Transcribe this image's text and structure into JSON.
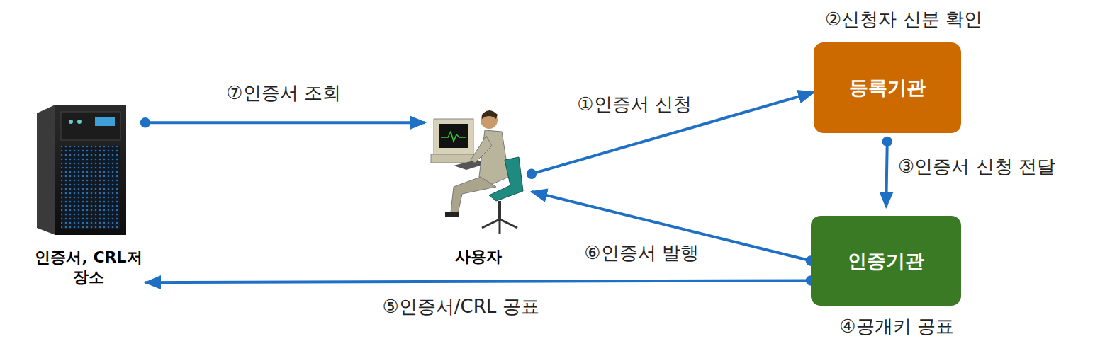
{
  "diagram": {
    "nodes": [
      {
        "text": [
          "인증서, CRL저장소"
        ]
      },
      {
        "text": [
          "사용자"
        ]
      },
      {
        "text": [
          "등록기관"
        ]
      },
      {
        "text": [
          "인증기관"
        ]
      }
    ],
    "edges": [
      {
        "from": 0,
        "to": 1,
        "label": "⑦인증서 조회",
        "arrow": "to"
      },
      {
        "from": 1,
        "to": 2,
        "label": "①인증서 신청",
        "arrow": "to"
      },
      {
        "from": 2,
        "to": 3,
        "label": "③인증서 신청 전달",
        "arrow": "to"
      },
      {
        "from": 3,
        "to": 1,
        "label": "⑥인증서 발행",
        "arrow": "to"
      },
      {
        "from": 3,
        "to": 0,
        "label": "⑤인증서/CRL 공표",
        "arrow": "to"
      }
    ],
    "labels": [
      "②신청자 신분 확인",
      "④공개키 공표"
    ]
  }
}
